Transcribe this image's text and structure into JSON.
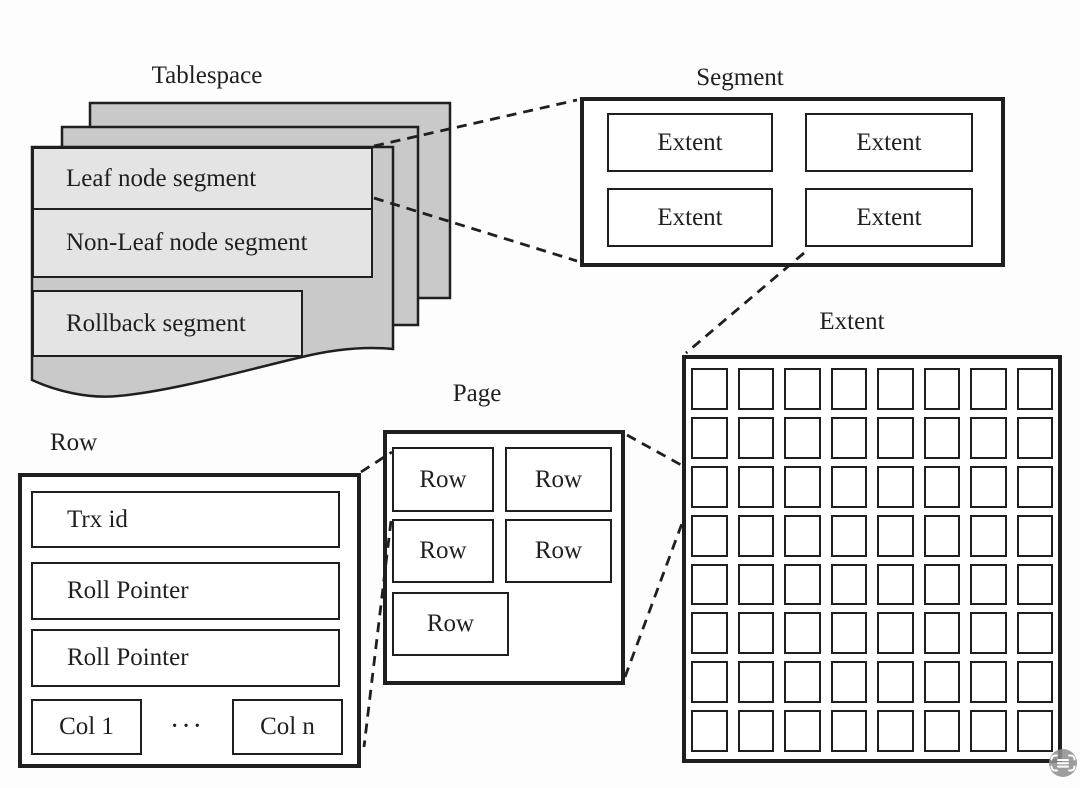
{
  "diagram": {
    "tablespace": {
      "title": "Tablespace",
      "segments": [
        {
          "label": "Leaf node segment"
        },
        {
          "label": "Non-Leaf node segment"
        },
        {
          "label": "Rollback segment"
        }
      ]
    },
    "segment": {
      "title": "Segment",
      "extents": [
        {
          "label": "Extent"
        },
        {
          "label": "Extent"
        },
        {
          "label": "Extent"
        },
        {
          "label": "Extent"
        }
      ]
    },
    "extent": {
      "title": "Extent",
      "grid": {
        "rows": 8,
        "cols": 8
      }
    },
    "page": {
      "title": "Page",
      "rows": [
        {
          "label": "Row"
        },
        {
          "label": "Row"
        },
        {
          "label": "Row"
        },
        {
          "label": "Row"
        },
        {
          "label": "Row"
        }
      ]
    },
    "row": {
      "title": "Row",
      "fields": [
        {
          "label": "Trx id"
        },
        {
          "label": "Roll Pointer"
        },
        {
          "label": "Roll Pointer"
        }
      ],
      "columns": {
        "first": "Col 1",
        "ellipsis": "···",
        "last": "Col n"
      }
    }
  },
  "colors": {
    "background": "#fdfdfd",
    "sheet": "#c9c9c9",
    "card": "#e4e4e4",
    "line": "#1f1f1f",
    "badge": "#8f8f8f"
  },
  "watermark": {
    "icon": "scan-text-icon"
  }
}
